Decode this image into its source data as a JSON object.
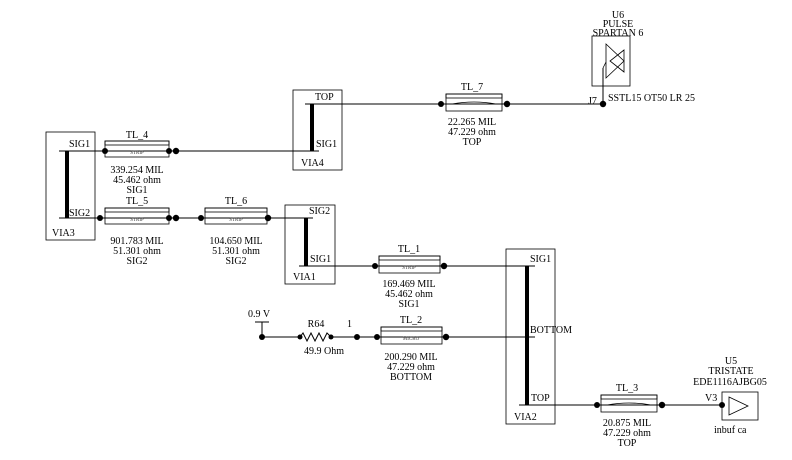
{
  "diagram": {
    "transmission_lines": [
      {
        "id": "TL_4",
        "label": "TL_4",
        "inner": "STRIP",
        "length": "339.254 MIL",
        "impedance": "45.462 ohm",
        "layer": "SIG1"
      },
      {
        "id": "TL_5",
        "label": "TL_5",
        "inner": "STRIP",
        "length": "901.783 MIL",
        "impedance": "51.301 ohm",
        "layer": "SIG2"
      },
      {
        "id": "TL_6",
        "label": "TL_6",
        "inner": "STRIP",
        "length": "104.650 MIL",
        "impedance": "51.301 ohm",
        "layer": "SIG2"
      },
      {
        "id": "TL_7",
        "label": "TL_7",
        "inner": "",
        "length": "22.265 MIL",
        "impedance": "47.229 ohm",
        "layer": "TOP"
      },
      {
        "id": "TL_1",
        "label": "TL_1",
        "inner": "STRIP",
        "length": "169.469 MIL",
        "impedance": "45.462 ohm",
        "layer": "SIG1"
      },
      {
        "id": "TL_2",
        "label": "TL_2",
        "inner": "MICRO",
        "length": "200.290 MIL",
        "impedance": "47.229 ohm",
        "layer": "BOTTOM"
      },
      {
        "id": "TL_3",
        "label": "TL_3",
        "inner": "",
        "length": "20.875 MIL",
        "impedance": "47.229 ohm",
        "layer": "TOP"
      }
    ],
    "vias": [
      {
        "id": "VIA3",
        "name": "VIA3",
        "top": "SIG1",
        "bottom": "SIG2"
      },
      {
        "id": "VIA4",
        "name": "VIA4",
        "top": "TOP",
        "bottom": "SIG1"
      },
      {
        "id": "VIA1",
        "name": "VIA1",
        "top": "SIG2",
        "bottom": "SIG1"
      },
      {
        "id": "VIA2",
        "name": "VIA2",
        "top": "SIG1",
        "middle": "BOTTOM",
        "bottom": "TOP"
      }
    ],
    "u6": {
      "ref": "U6",
      "type": "PULSE",
      "part": "SPARTAN 6",
      "pin": "J7",
      "model": "SSTL15 OT50 LR 25"
    },
    "u5": {
      "ref": "U5",
      "type": "TRISTATE",
      "part": "EDE1116AJBG05",
      "pin": "V3",
      "model": "inbuf ca"
    },
    "resistor": {
      "ref": "R64",
      "value": "49.9 Ohm",
      "node": "1"
    },
    "source": {
      "voltage": "0.9 V"
    }
  }
}
